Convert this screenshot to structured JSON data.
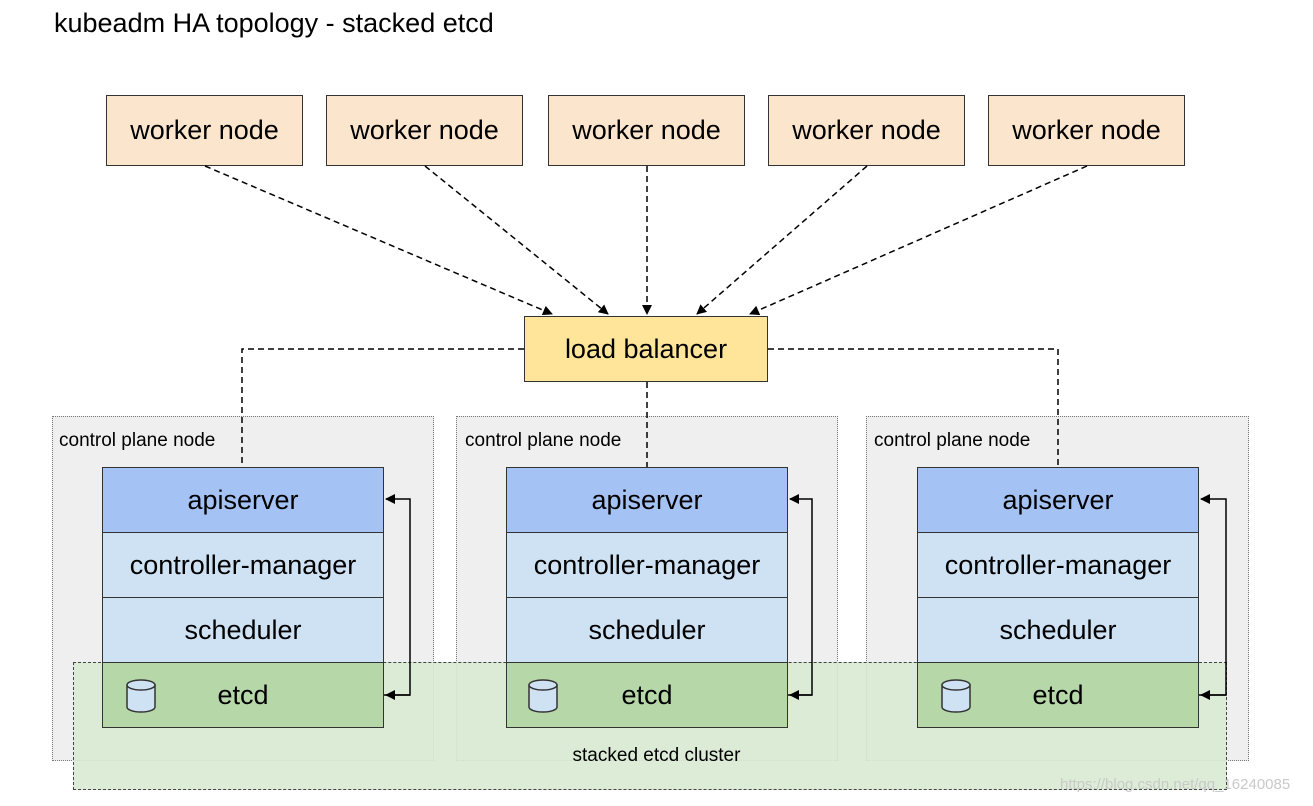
{
  "title": "kubeadm HA topology - stacked etcd",
  "workers": [
    "worker node",
    "worker node",
    "worker node",
    "worker node",
    "worker node"
  ],
  "load_balancer": "load balancer",
  "control_plane_nodes": [
    {
      "label": "control plane node",
      "layers": [
        "apiserver",
        "controller-manager",
        "scheduler",
        "etcd"
      ]
    },
    {
      "label": "control plane node",
      "layers": [
        "apiserver",
        "controller-manager",
        "scheduler",
        "etcd"
      ]
    },
    {
      "label": "control plane node",
      "layers": [
        "apiserver",
        "controller-manager",
        "scheduler",
        "etcd"
      ]
    }
  ],
  "etcd_cluster_label": "stacked etcd cluster",
  "watermark": "https://blog.csdn.net/qq_16240085",
  "colors": {
    "worker": "#fce5cd",
    "load_balancer": "#ffe599",
    "apiserver": "#a4c2f4",
    "controller_and_scheduler": "#cfe2f3",
    "etcd": "#b6d7a8",
    "etcd_cluster": "#d9ead3",
    "control_plane_background": "#efefef"
  },
  "icons": {
    "etcd_layer": "database-icon"
  }
}
